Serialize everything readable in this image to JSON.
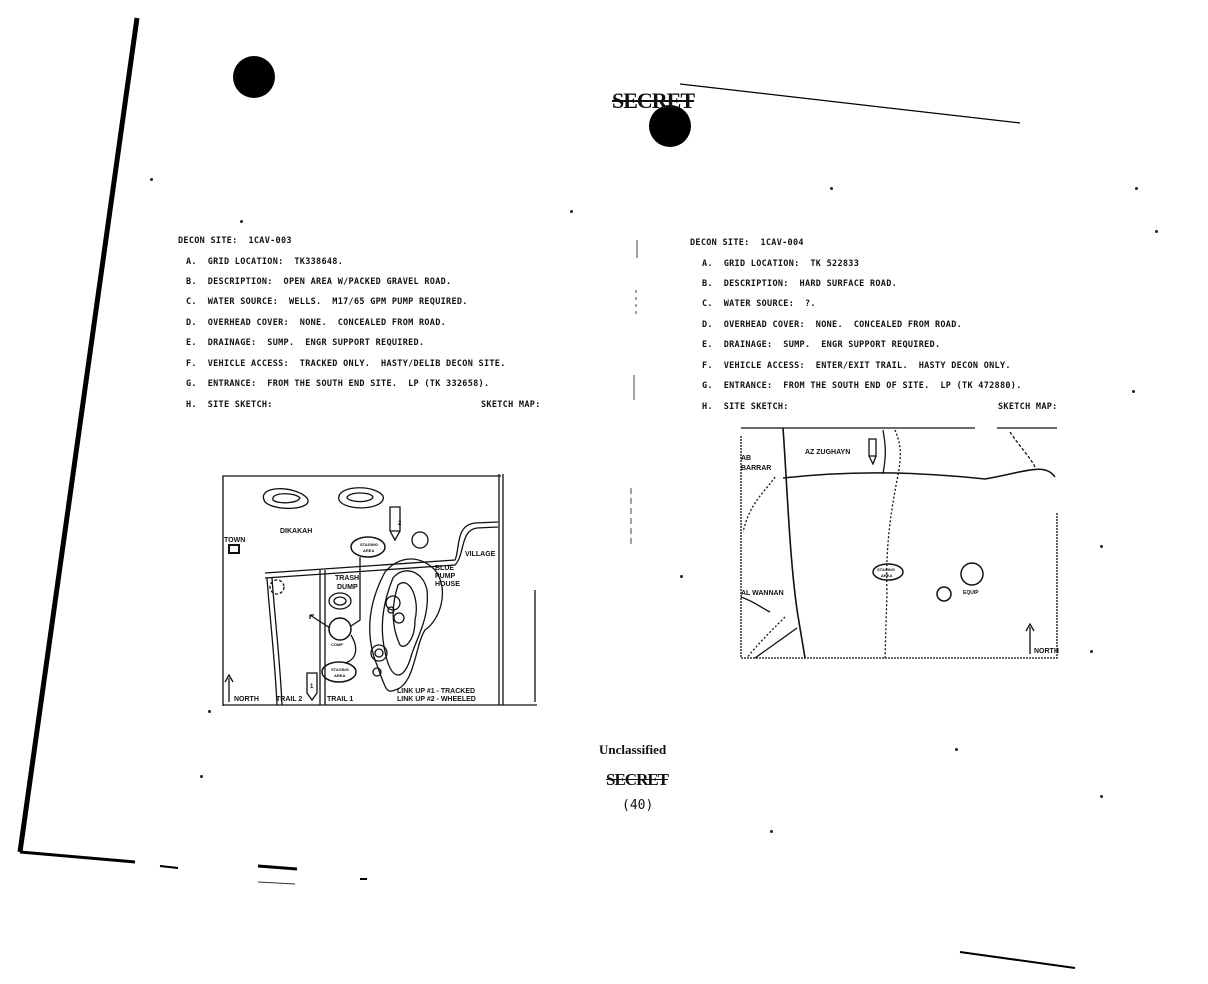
{
  "header": {
    "classification_top": "SECRET"
  },
  "left_site": {
    "title_label": "DECON SITE:",
    "title_value": "1CAV-003",
    "items": [
      {
        "letter": "A.",
        "text": "GRID LOCATION:  TK338648."
      },
      {
        "letter": "B.",
        "text": "DESCRIPTION:  OPEN AREA W/PACKED GRAVEL ROAD."
      },
      {
        "letter": "C.",
        "text": "WATER SOURCE:  WELLS.  M17/65 GPM PUMP REQUIRED."
      },
      {
        "letter": "D.",
        "text": "OVERHEAD COVER:  NONE.  CONCEALED FROM ROAD."
      },
      {
        "letter": "E.",
        "text": "DRAINAGE:  SUMP.  ENGR SUPPORT REQUIRED."
      },
      {
        "letter": "F.",
        "text": "VEHICLE ACCESS:  TRACKED ONLY.  HASTY/DELIB DECON SITE."
      },
      {
        "letter": "G.",
        "text": "ENTRANCE:  FROM THE SOUTH END SITE.  LP (TK 332658)."
      },
      {
        "letter": "H.",
        "text": "SITE SKETCH:"
      }
    ],
    "sketch_map_label": "SKETCH MAP:",
    "sketch": {
      "dikakah": "DIKAKAH",
      "town": "TOWN",
      "trash_dump_1": "TRASH",
      "trash_dump_2": "DUMP",
      "blue_pump_1": "BLUE",
      "blue_pump_2": "PUMP",
      "blue_pump_3": "HOUSE",
      "village": "VILLAGE",
      "comp": "COMP",
      "staging_area_1": "STAGING",
      "staging_area_2": "AREA",
      "north": "NORTH",
      "trail_2": "TRAIL 2",
      "trail_1": "TRAIL 1",
      "link_up_1": "LINK UP #1 - TRACKED",
      "link_up_2": "LINK UP #2 - WHEELED",
      "marker_1": "1",
      "marker_2": "2"
    }
  },
  "right_site": {
    "title_label": "DECON SITE:",
    "title_value": "1CAV-004",
    "items": [
      {
        "letter": "A.",
        "text": "GRID LOCATION:  TK 522833"
      },
      {
        "letter": "B.",
        "text": "DESCRIPTION:  HARD SURFACE ROAD."
      },
      {
        "letter": "C.",
        "text": "WATER SOURCE:  ?."
      },
      {
        "letter": "D.",
        "text": "OVERHEAD COVER:  NONE.  CONCEALED FROM ROAD."
      },
      {
        "letter": "E.",
        "text": "DRAINAGE:  SUMP.  ENGR SUPPORT REQUIRED."
      },
      {
        "letter": "F.",
        "text": "VEHICLE ACCESS:  ENTER/EXIT TRAIL.  HASTY DECON ONLY."
      },
      {
        "letter": "G.",
        "text": "ENTRANCE:  FROM THE SOUTH END OF SITE.  LP (TK 472880)."
      },
      {
        "letter": "H.",
        "text": "SITE SKETCH:"
      }
    ],
    "sketch_map_label": "SKETCH MAP:",
    "sketch": {
      "az_zughayn": "AZ ZUGHAYN",
      "ab_1": "AB",
      "barrar": "BARRAR",
      "al_wannan": "AL WANNAN",
      "staging_area_1": "STAGING",
      "staging_area_2": "AREA",
      "equip": "EQUIP",
      "north": "NORTH"
    }
  },
  "footer": {
    "unclassified": "Unclassified",
    "classification_bottom": "SECRET",
    "page_number": "(40)"
  }
}
